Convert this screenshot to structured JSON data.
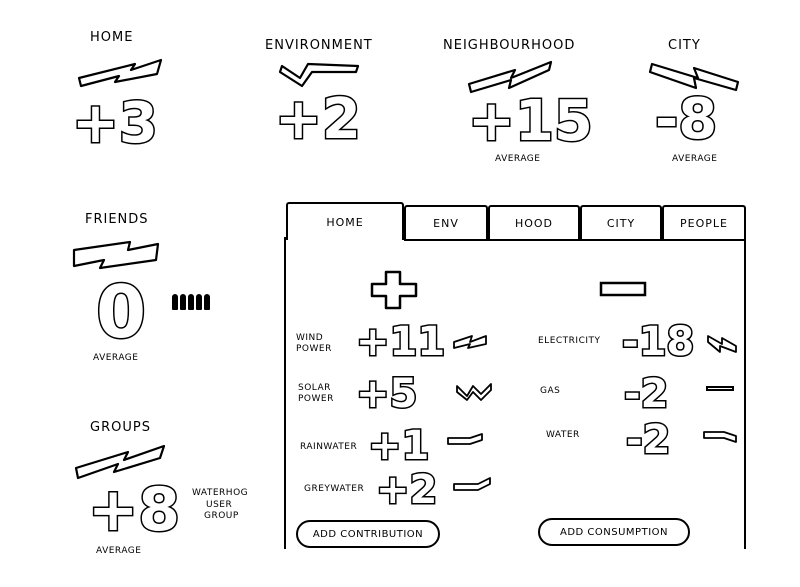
{
  "summary": {
    "home": {
      "label": "Home",
      "value": "+3"
    },
    "environment": {
      "label": "Environment",
      "value": "+2"
    },
    "neighbourhood": {
      "label": "Neighbourhood",
      "value": "+15",
      "note": "Average"
    },
    "city": {
      "label": "City",
      "value": "-8",
      "note": "Average"
    },
    "friends": {
      "label": "Friends",
      "value": "0",
      "note": "Average"
    },
    "groups": {
      "label": "Groups",
      "value": "+8",
      "note": "Average",
      "group_name": [
        "Waterhog",
        "User",
        "Group"
      ]
    }
  },
  "tabs": [
    {
      "label": "Home",
      "active": true
    },
    {
      "label": "Env",
      "active": false
    },
    {
      "label": "Hood",
      "active": false
    },
    {
      "label": "City",
      "active": false
    },
    {
      "label": "People",
      "active": false
    }
  ],
  "contributions": {
    "rows": [
      {
        "label": [
          "Wind",
          "Power"
        ],
        "value": "+11"
      },
      {
        "label": [
          "Solar",
          "Power"
        ],
        "value": "+5"
      },
      {
        "label": [
          "Rainwater"
        ],
        "value": "+1"
      },
      {
        "label": [
          "Greywater"
        ],
        "value": "+2"
      }
    ],
    "button": "Add contribution"
  },
  "consumption": {
    "rows": [
      {
        "label": [
          "Electricity"
        ],
        "value": "-18"
      },
      {
        "label": [
          "Gas"
        ],
        "value": "-2"
      },
      {
        "label": [
          "Water"
        ],
        "value": "-2"
      }
    ],
    "button": "Add consumption"
  }
}
